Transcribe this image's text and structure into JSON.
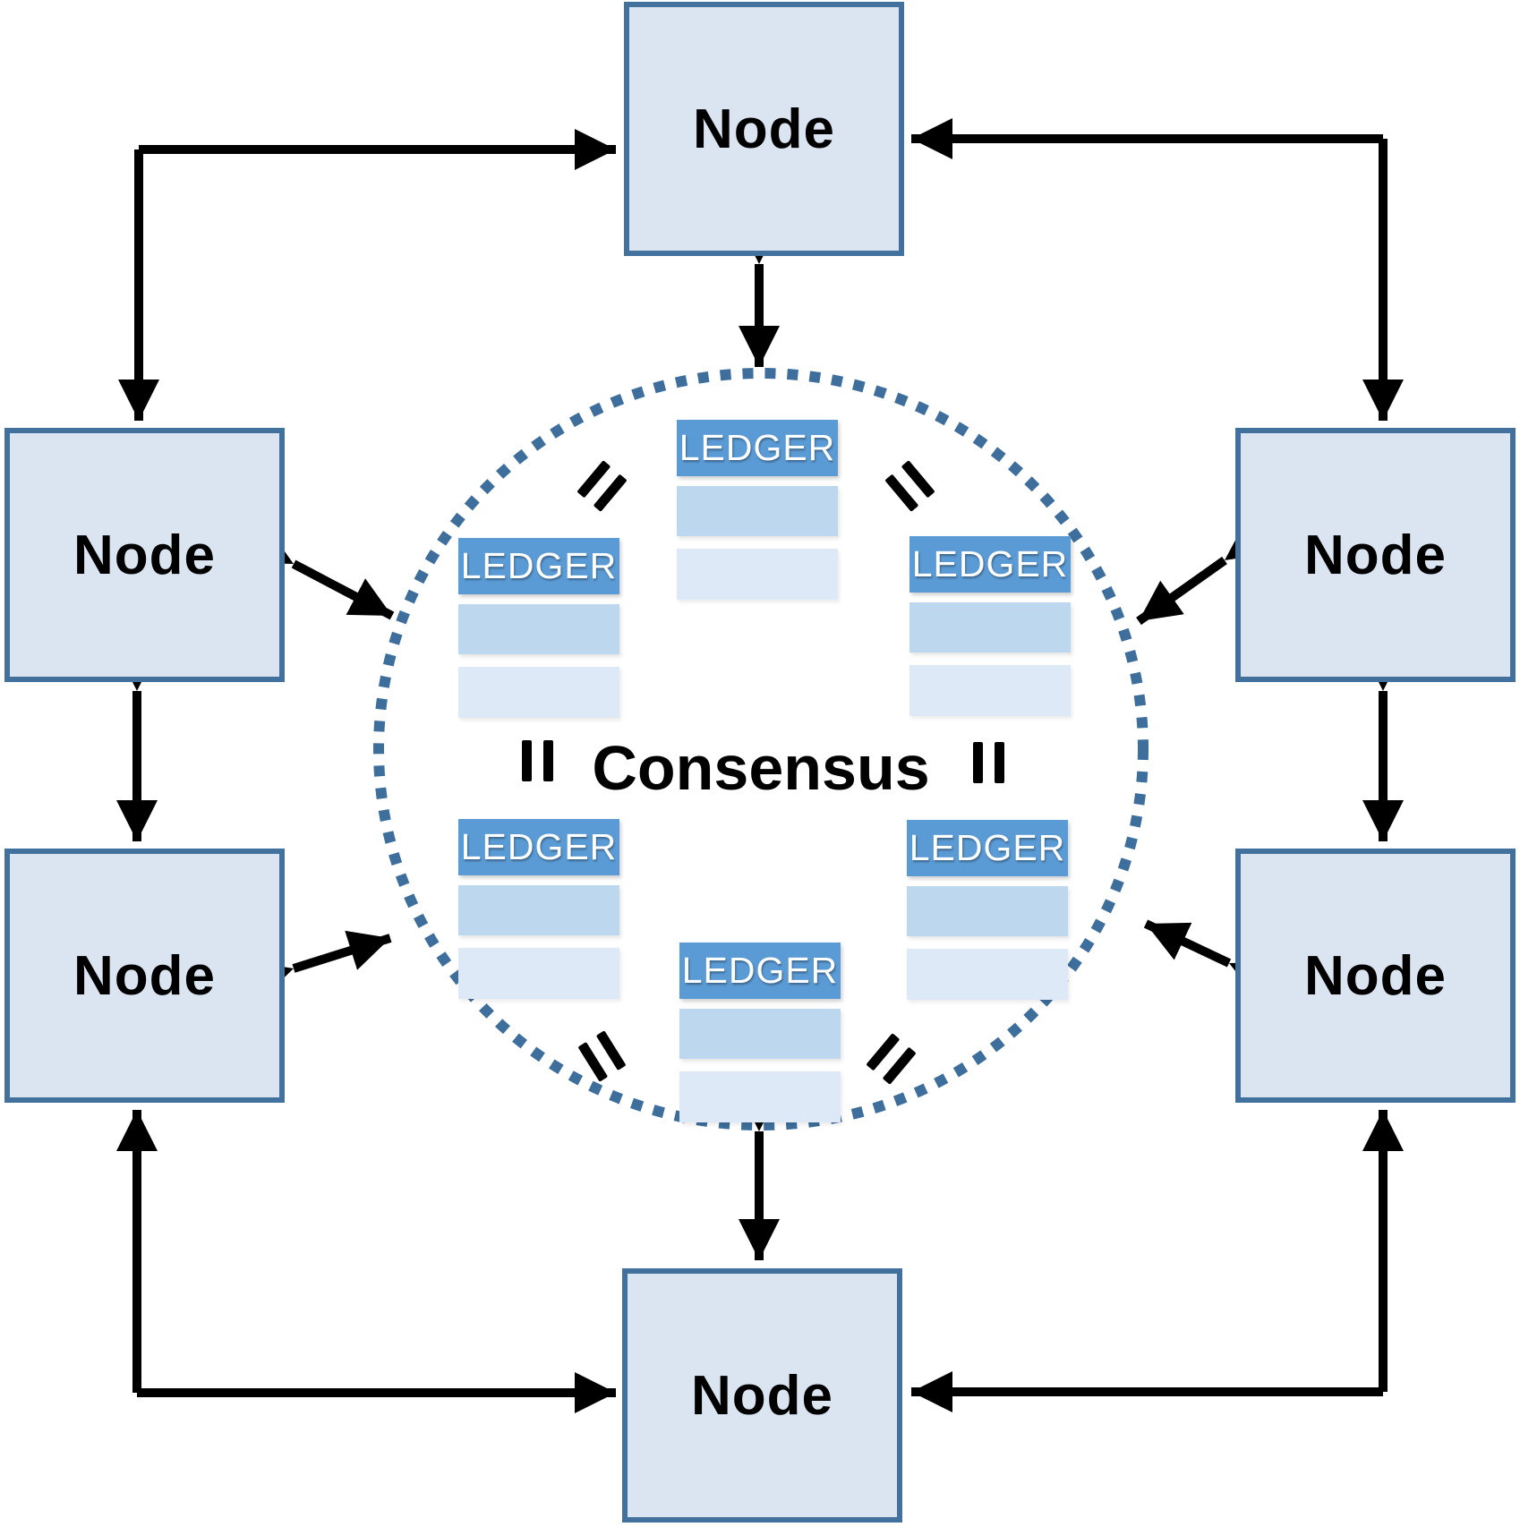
{
  "diagram_type": "peer-to-peer distributed ledger network",
  "center": {
    "label": "Consensus"
  },
  "nodes": [
    {
      "position": "top",
      "label": "Node"
    },
    {
      "position": "upper-left",
      "label": "Node"
    },
    {
      "position": "upper-right",
      "label": "Node"
    },
    {
      "position": "lower-left",
      "label": "Node"
    },
    {
      "position": "lower-right",
      "label": "Node"
    },
    {
      "position": "bottom",
      "label": "Node"
    }
  ],
  "ledgers": [
    {
      "position": "top-center",
      "label": "LEDGER"
    },
    {
      "position": "upper-left",
      "label": "LEDGER"
    },
    {
      "position": "upper-right",
      "label": "LEDGER"
    },
    {
      "position": "lower-left",
      "label": "LEDGER"
    },
    {
      "position": "lower-right",
      "label": "LEDGER"
    },
    {
      "position": "bottom-center",
      "label": "LEDGER"
    }
  ],
  "equals_marks": [
    "nw",
    "ne",
    "w",
    "e",
    "sw",
    "se"
  ],
  "colors": {
    "node_fill": "#dbe5f1",
    "node_border": "#41719c",
    "ledger_header": "#5b9bd5",
    "ledger_row_medium": "#bdd7ee",
    "ledger_row_light": "#dde9f6",
    "dotted_circle": "#3d6e9c",
    "arrow": "#000000",
    "ledger_text": "#ffffff",
    "text": "#000000"
  }
}
